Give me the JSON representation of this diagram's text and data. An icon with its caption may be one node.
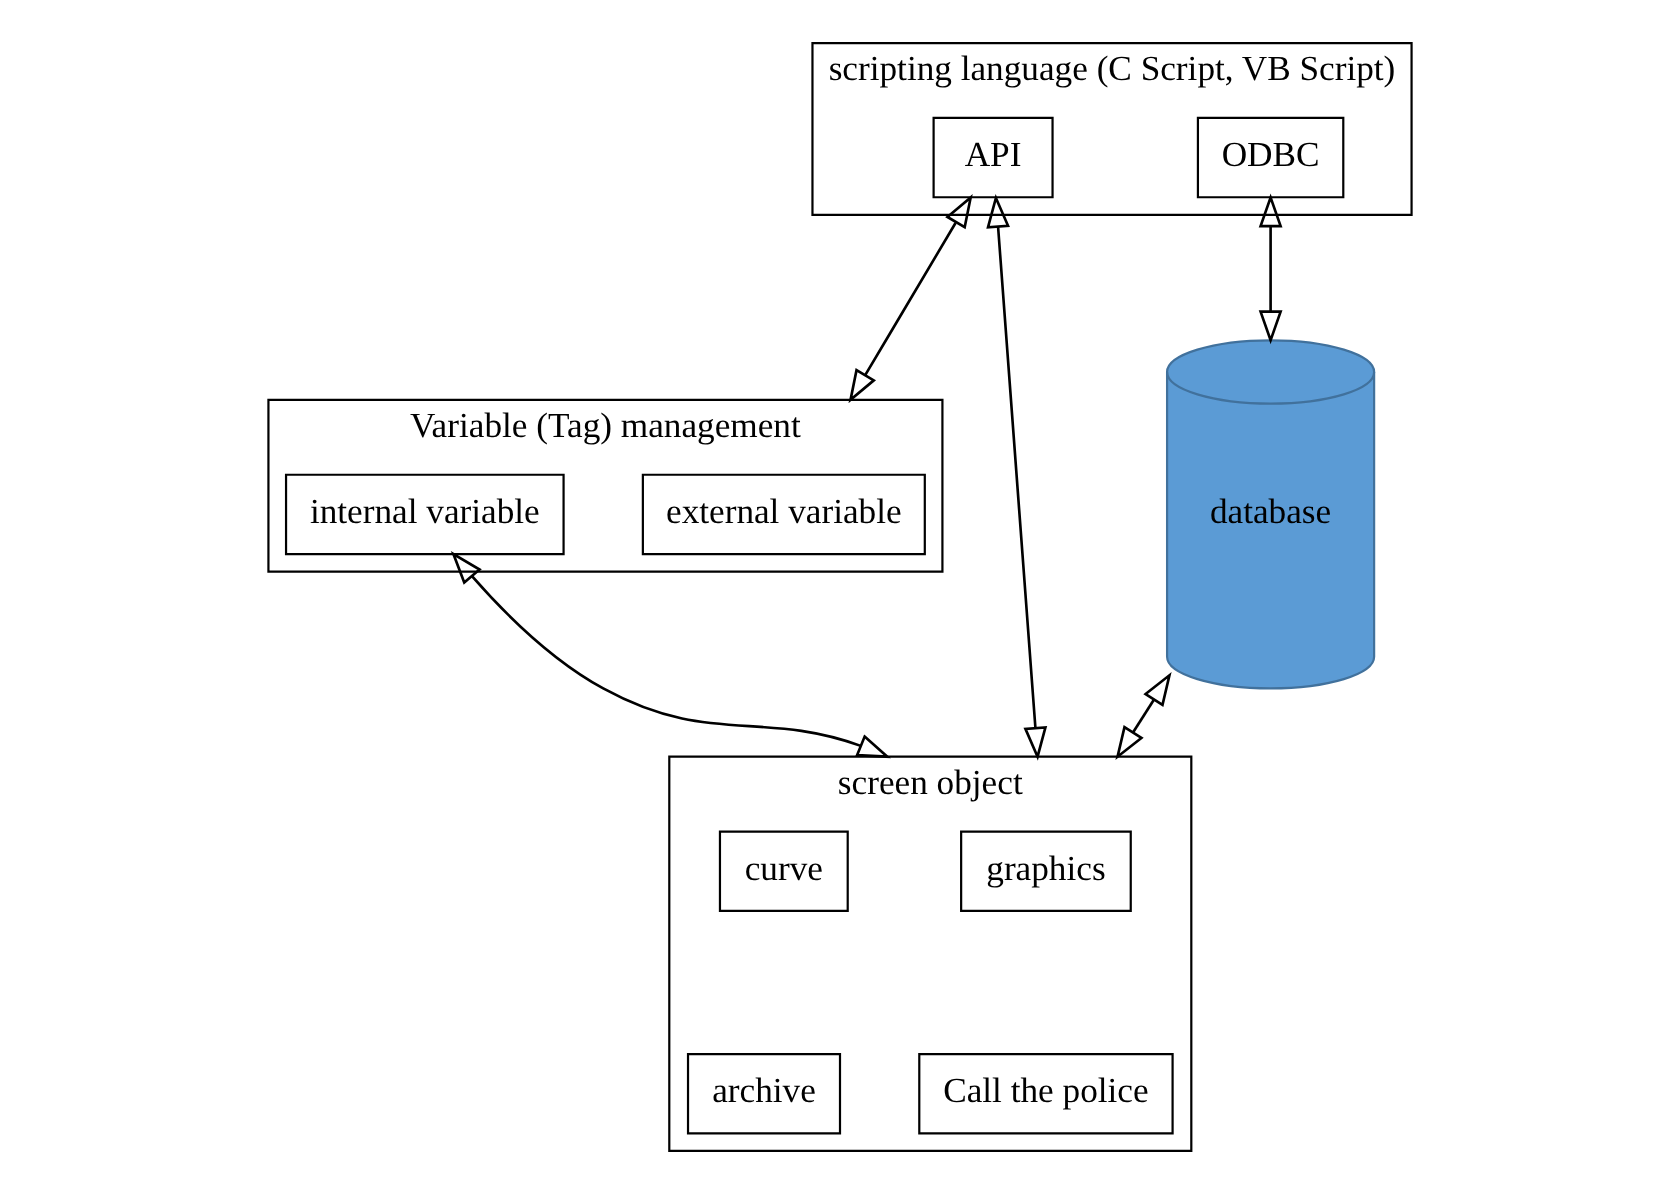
{
  "diagram": {
    "nodes": [
      {
        "text": [
          "scripting language (C Script, VB Script)"
        ]
      },
      {
        "text": [
          "API"
        ],
        "in": 0
      },
      {
        "text": [
          "ODBC"
        ],
        "in": 0
      },
      {
        "text": [
          "Variable (Tag) management"
        ]
      },
      {
        "text": [
          "external variable"
        ],
        "in": 3
      },
      {
        "text": [
          "internal variable"
        ],
        "in": 3
      },
      {
        "text": [
          "database"
        ]
      },
      {
        "text": [
          "screen object"
        ]
      },
      {
        "text": [
          "graphics"
        ],
        "in": 7
      },
      {
        "text": [
          "curve"
        ],
        "in": 7
      },
      {
        "text": [
          "Call the police"
        ],
        "in": 7
      },
      {
        "text": [
          "archive"
        ],
        "in": 7
      }
    ],
    "edges": [
      {
        "from": 1,
        "to": 3,
        "arrow": "both"
      },
      {
        "from": 1,
        "to": 7,
        "arrow": "both"
      },
      {
        "from": 2,
        "to": 6,
        "arrow": "both"
      },
      {
        "from": 5,
        "to": 7,
        "arrow": "both"
      },
      {
        "from": 6,
        "to": 7,
        "arrow": "both"
      }
    ]
  }
}
